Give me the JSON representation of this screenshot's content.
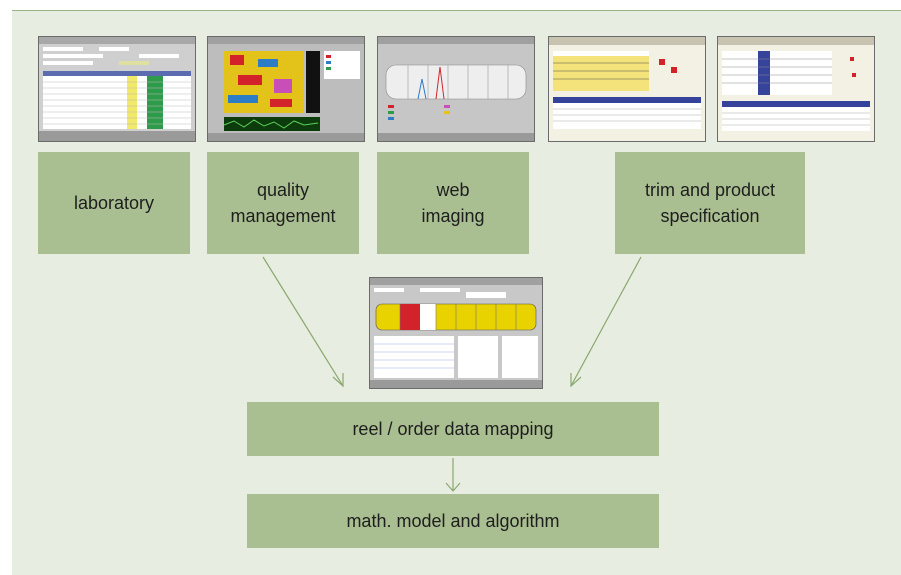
{
  "colors": {
    "background": "#e8ede1",
    "box": "#a9be91",
    "arrow": "#8aa86f",
    "text": "#1e1e1e"
  },
  "sources": [
    {
      "label": "laboratory",
      "screenshot": "laboratory-software-screenshot"
    },
    {
      "label": "quality\nmanagement",
      "screenshot": "quality-management-software-screenshot"
    },
    {
      "label": "web\nimaging",
      "screenshot": "web-imaging-software-screenshot"
    },
    {
      "label": "trim and product\nspecification",
      "screenshot": "trim-and-product-specification-software-screenshots"
    }
  ],
  "center_screenshot": "reel-order-mapping-software-screenshot",
  "mapping": {
    "label": "reel / order data mapping"
  },
  "model": {
    "label": "math. model and algorithm"
  }
}
